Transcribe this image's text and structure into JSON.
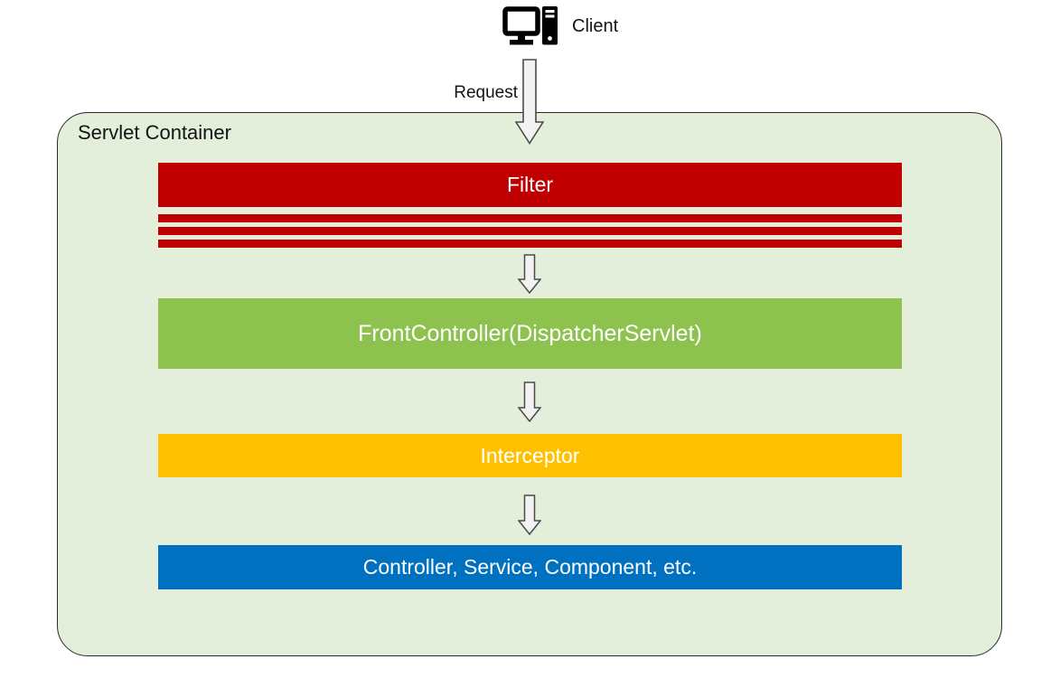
{
  "client": {
    "label": "Client",
    "icon": "desktop-computer-icon"
  },
  "request": {
    "label": "Request"
  },
  "container": {
    "title": "Servlet Container",
    "background": "#e3eedb",
    "border_color": "#2b2b2b"
  },
  "layers": {
    "filter": {
      "label": "Filter",
      "color": "#c00000"
    },
    "front_controller": {
      "label": "FrontController(DispatcherServlet)",
      "color": "#8dc24e"
    },
    "interceptor": {
      "label": "Interceptor",
      "color": "#ffc000"
    },
    "controller": {
      "label": "Controller, Service, Component, etc.",
      "color": "#0070c0"
    }
  },
  "filter_chain": {
    "stripe_count": 3,
    "color": "#c00000"
  },
  "arrows": {
    "fill": "#f2f2f2",
    "stroke": "#4a4a4a",
    "direction": "down",
    "count": 4
  }
}
